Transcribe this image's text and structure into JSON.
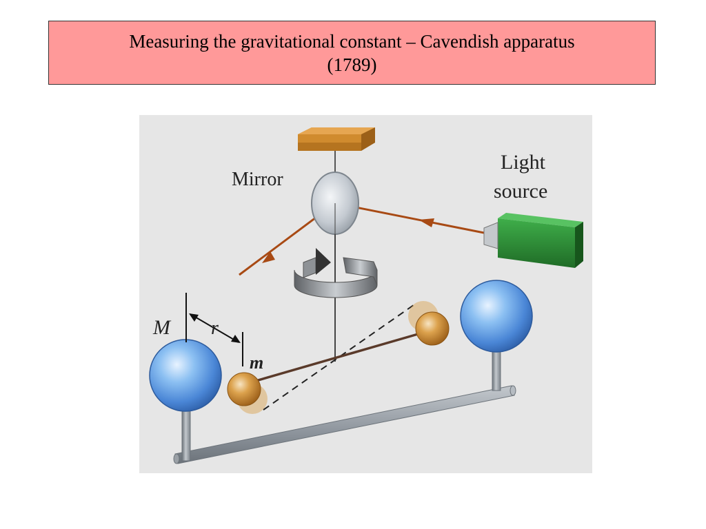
{
  "slide": {
    "title_line1": "Measuring the gravitational constant – Cavendish apparatus",
    "title_line2": "(1789)"
  },
  "diagram": {
    "labels": {
      "mirror": "Mirror",
      "light_source_line1": "Light",
      "light_source_line2": "source",
      "large_mass": "M",
      "distance": "r",
      "small_mass": "m"
    },
    "colors": {
      "title_background": "#ff9999",
      "figure_background": "#e6e6e6",
      "light_beam": "#a84a14",
      "large_sphere": "#4a86d6",
      "small_sphere": "#c27d22",
      "light_source_box": "#2f8b36",
      "support_plate": "#d08b2e",
      "frame_rod": "#8d949c"
    }
  }
}
